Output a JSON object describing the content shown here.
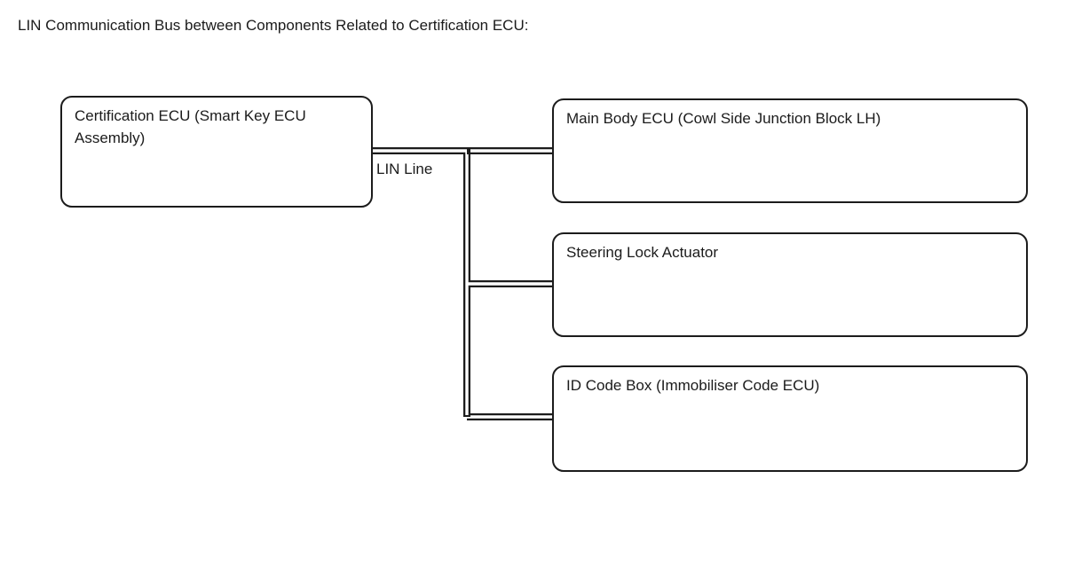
{
  "page": {
    "title": "LIN Communication Bus between Components Related to Certification ECU:",
    "background_color": "#ffffff",
    "line_color": "#1c1c1c",
    "text_color": "#1b1b1b"
  },
  "diagram": {
    "type": "block-diagram",
    "bus_label": "LIN Line",
    "nodes": [
      {
        "id": "certification-ecu",
        "label": "Certification ECU (Smart Key ECU Assembly)",
        "side": "left"
      },
      {
        "id": "main-body-ecu",
        "label": "Main Body ECU (Cowl Side Junction Block LH)",
        "side": "right"
      },
      {
        "id": "steering-lock-actuator",
        "label": "Steering Lock Actuator",
        "side": "right"
      },
      {
        "id": "id-code-box",
        "label": "ID Code Box (Immobiliser Code ECU)",
        "side": "right"
      }
    ],
    "connections": [
      {
        "from": "certification-ecu",
        "to": "main-body-ecu",
        "via": "LIN Line"
      },
      {
        "from": "certification-ecu",
        "to": "steering-lock-actuator",
        "via": "LIN Line"
      },
      {
        "from": "certification-ecu",
        "to": "id-code-box",
        "via": "LIN Line"
      }
    ]
  }
}
